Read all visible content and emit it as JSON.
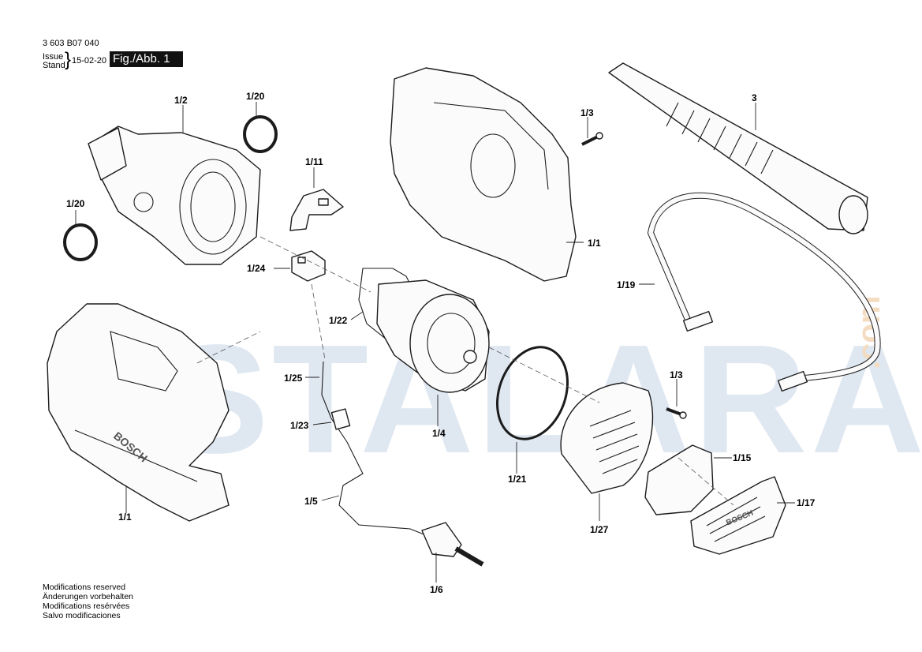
{
  "header": {
    "part_number": "3 603 B07 040",
    "issue_label": "Issue",
    "stand_label": "Stand",
    "brace": "}",
    "date": "15-02-20",
    "figure_tag": "Fig./Abb. 1"
  },
  "footer": {
    "lines": [
      "Modifications reserved",
      "Änderungen vorbehalten",
      "Modifications resérvées",
      "Salvo modificaciones"
    ]
  },
  "watermark": {
    "main": "USTALARA",
    "suffix": ".com",
    "color_main": "#dfe7f1",
    "color_suffix": "#f3dcc0"
  },
  "part_labels": {
    "p1_2": "1/2",
    "p1_20_top": "1/20",
    "p1_20_left": "1/20",
    "p1_11": "1/11",
    "p1_24": "1/24",
    "p1_22": "1/22",
    "p1_25": "1/25",
    "p1_23": "1/23",
    "p1_5": "1/5",
    "p1_6": "1/6",
    "p1_4": "1/4",
    "p1_21": "1/21",
    "p1_27": "1/27",
    "p1_1_left": "1/1",
    "p1_1_right": "1/1",
    "p1_3_top": "1/3",
    "p1_3_bottom": "1/3",
    "p3": "3",
    "p1_19": "1/19",
    "p1_15": "1/15",
    "p1_17": "1/17"
  },
  "branding": {
    "housing_text": "BOSCH",
    "cover_text": "BOSCH"
  }
}
